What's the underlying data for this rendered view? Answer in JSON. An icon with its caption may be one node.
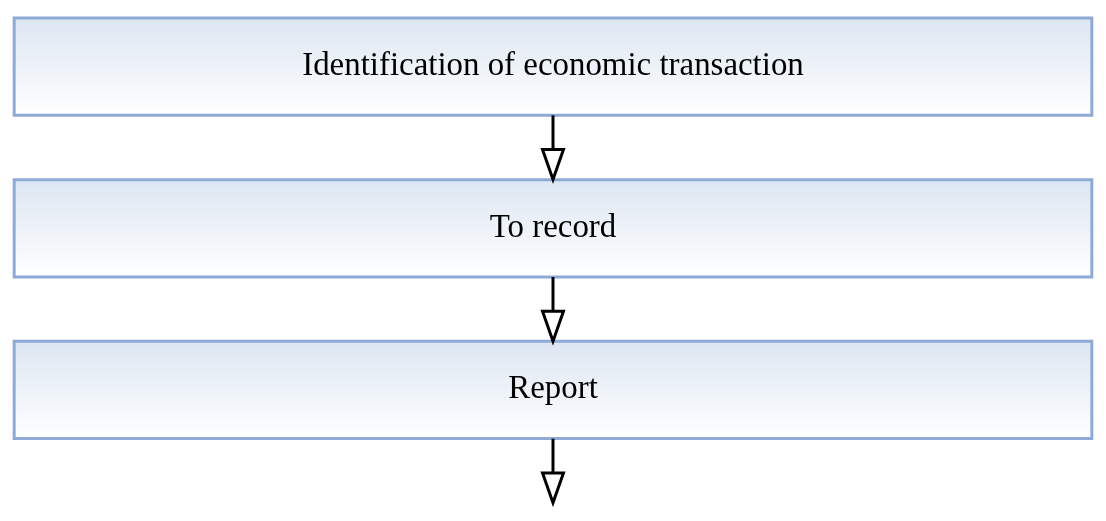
{
  "diagram": {
    "nodes": [
      {
        "text": [
          "Identification of economic transaction"
        ]
      },
      {
        "text": [
          "To record"
        ]
      },
      {
        "text": [
          "Report"
        ]
      }
    ],
    "edges": [
      {
        "from": 0,
        "to": 1,
        "arrow": "to"
      },
      {
        "from": 1,
        "to": 2,
        "arrow": "to"
      },
      {
        "from": 2,
        "to": null,
        "arrow": "to"
      }
    ]
  }
}
